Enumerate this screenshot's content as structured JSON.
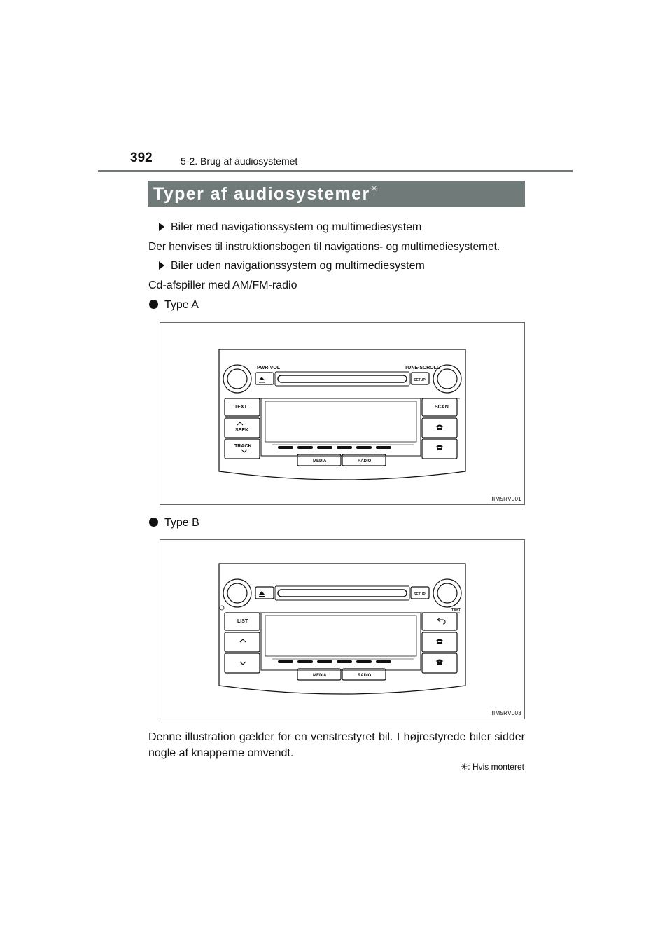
{
  "header": {
    "page_number": "392",
    "chapter": "5-2. Brug af audiosystemet"
  },
  "section": {
    "title": "Typer af audiosystemer",
    "title_mark": "✳"
  },
  "items": {
    "nav_heading": "Biler med navigationssystem og multimediesystem",
    "nav_text": "Der henvises til instruktionsbogen til navigations- og multimediesystemet.",
    "no_nav_heading": "Biler uden navigationssystem og multimediesystem",
    "no_nav_text": "Cd-afspiller med AM/FM-radio",
    "type_a": "Type A",
    "type_b": "Type B"
  },
  "figure_a": {
    "code": "IIM5RV001",
    "labels": {
      "pwr_vol": "PWR·VOL",
      "tune_scroll": "TUNE·SCROLL",
      "setup": "SETUP",
      "text": "TEXT",
      "scan": "SCAN",
      "seek": "SEEK",
      "track": "TRACK",
      "media": "MEDIA",
      "radio": "RADIO"
    }
  },
  "figure_b": {
    "code": "IIM5RV003",
    "labels": {
      "setup": "SETUP",
      "list": "LIST",
      "text": "TEXT",
      "media": "MEDIA",
      "radio": "RADIO"
    }
  },
  "note": "Denne illustration gælder for en venstrestyret bil. I højrestyrede biler sidder nogle af knapperne omvendt.",
  "footnote": {
    "mark": "✳",
    "text": ": Hvis monteret"
  }
}
